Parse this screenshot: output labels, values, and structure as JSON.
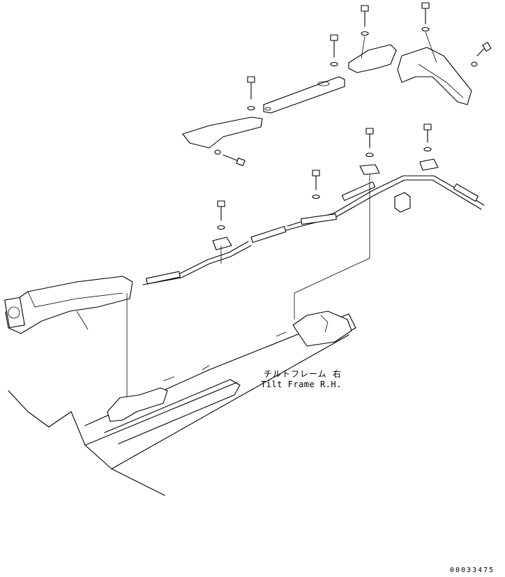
{
  "part_label": {
    "japanese": "チルトフレーム 右",
    "english": "Tilt Frame R.H."
  },
  "document_number": "00033475"
}
